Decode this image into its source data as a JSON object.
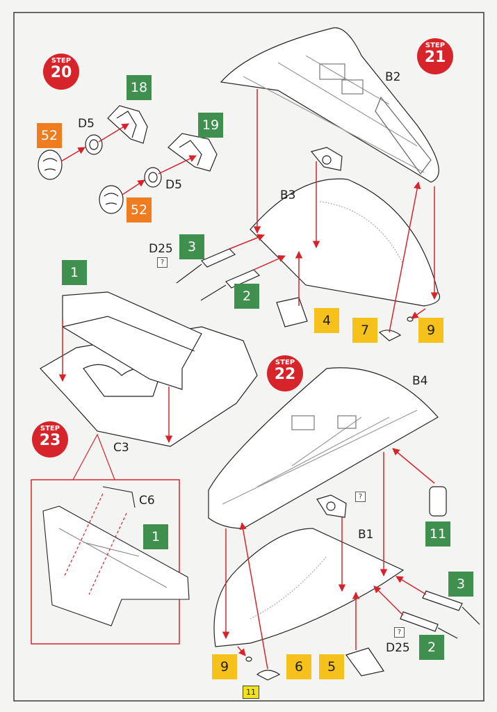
{
  "steps": {
    "s20": "20",
    "s21": "21",
    "s22": "22",
    "s23": "23",
    "prefix": "STEP"
  },
  "part_labels": {
    "d5a": "D5",
    "d5b": "D5",
    "b2": "B2",
    "b3": "B3",
    "d25a": "D25",
    "c3": "C3",
    "c6": "C6",
    "b4": "B4",
    "b1": "B1",
    "d25b": "D25"
  },
  "chips": {
    "c18": "18",
    "c19": "19",
    "c52a": "52",
    "c52b": "52",
    "c3a": "3",
    "c2a": "2",
    "c1a": "1",
    "c4": "4",
    "c7": "7",
    "c9a": "9",
    "c1b": "1",
    "c11": "11",
    "c3b": "3",
    "c2b": "2",
    "c9b": "9",
    "c6": "6",
    "c5": "5"
  },
  "chip_colors": {
    "green": "#3f8f4e",
    "orange": "#ef7d1f",
    "yellow": "#f5c11a",
    "step": "#d7242b",
    "arrow": "#d7242b"
  },
  "unknown_mark": "?",
  "page_number": "11"
}
